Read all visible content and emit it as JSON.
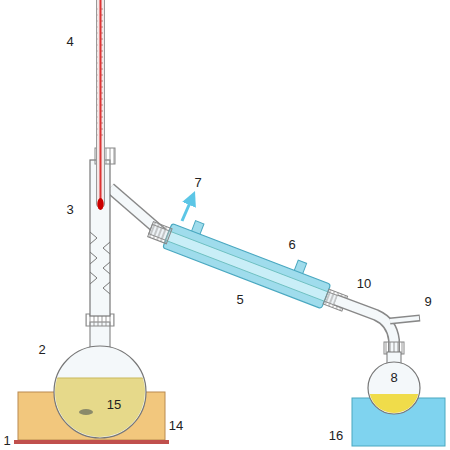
{
  "diagram": {
    "labels": [
      "4",
      "3",
      "7",
      "6",
      "5",
      "10",
      "9",
      "2",
      "8",
      "15",
      "14",
      "16",
      "1"
    ]
  }
}
